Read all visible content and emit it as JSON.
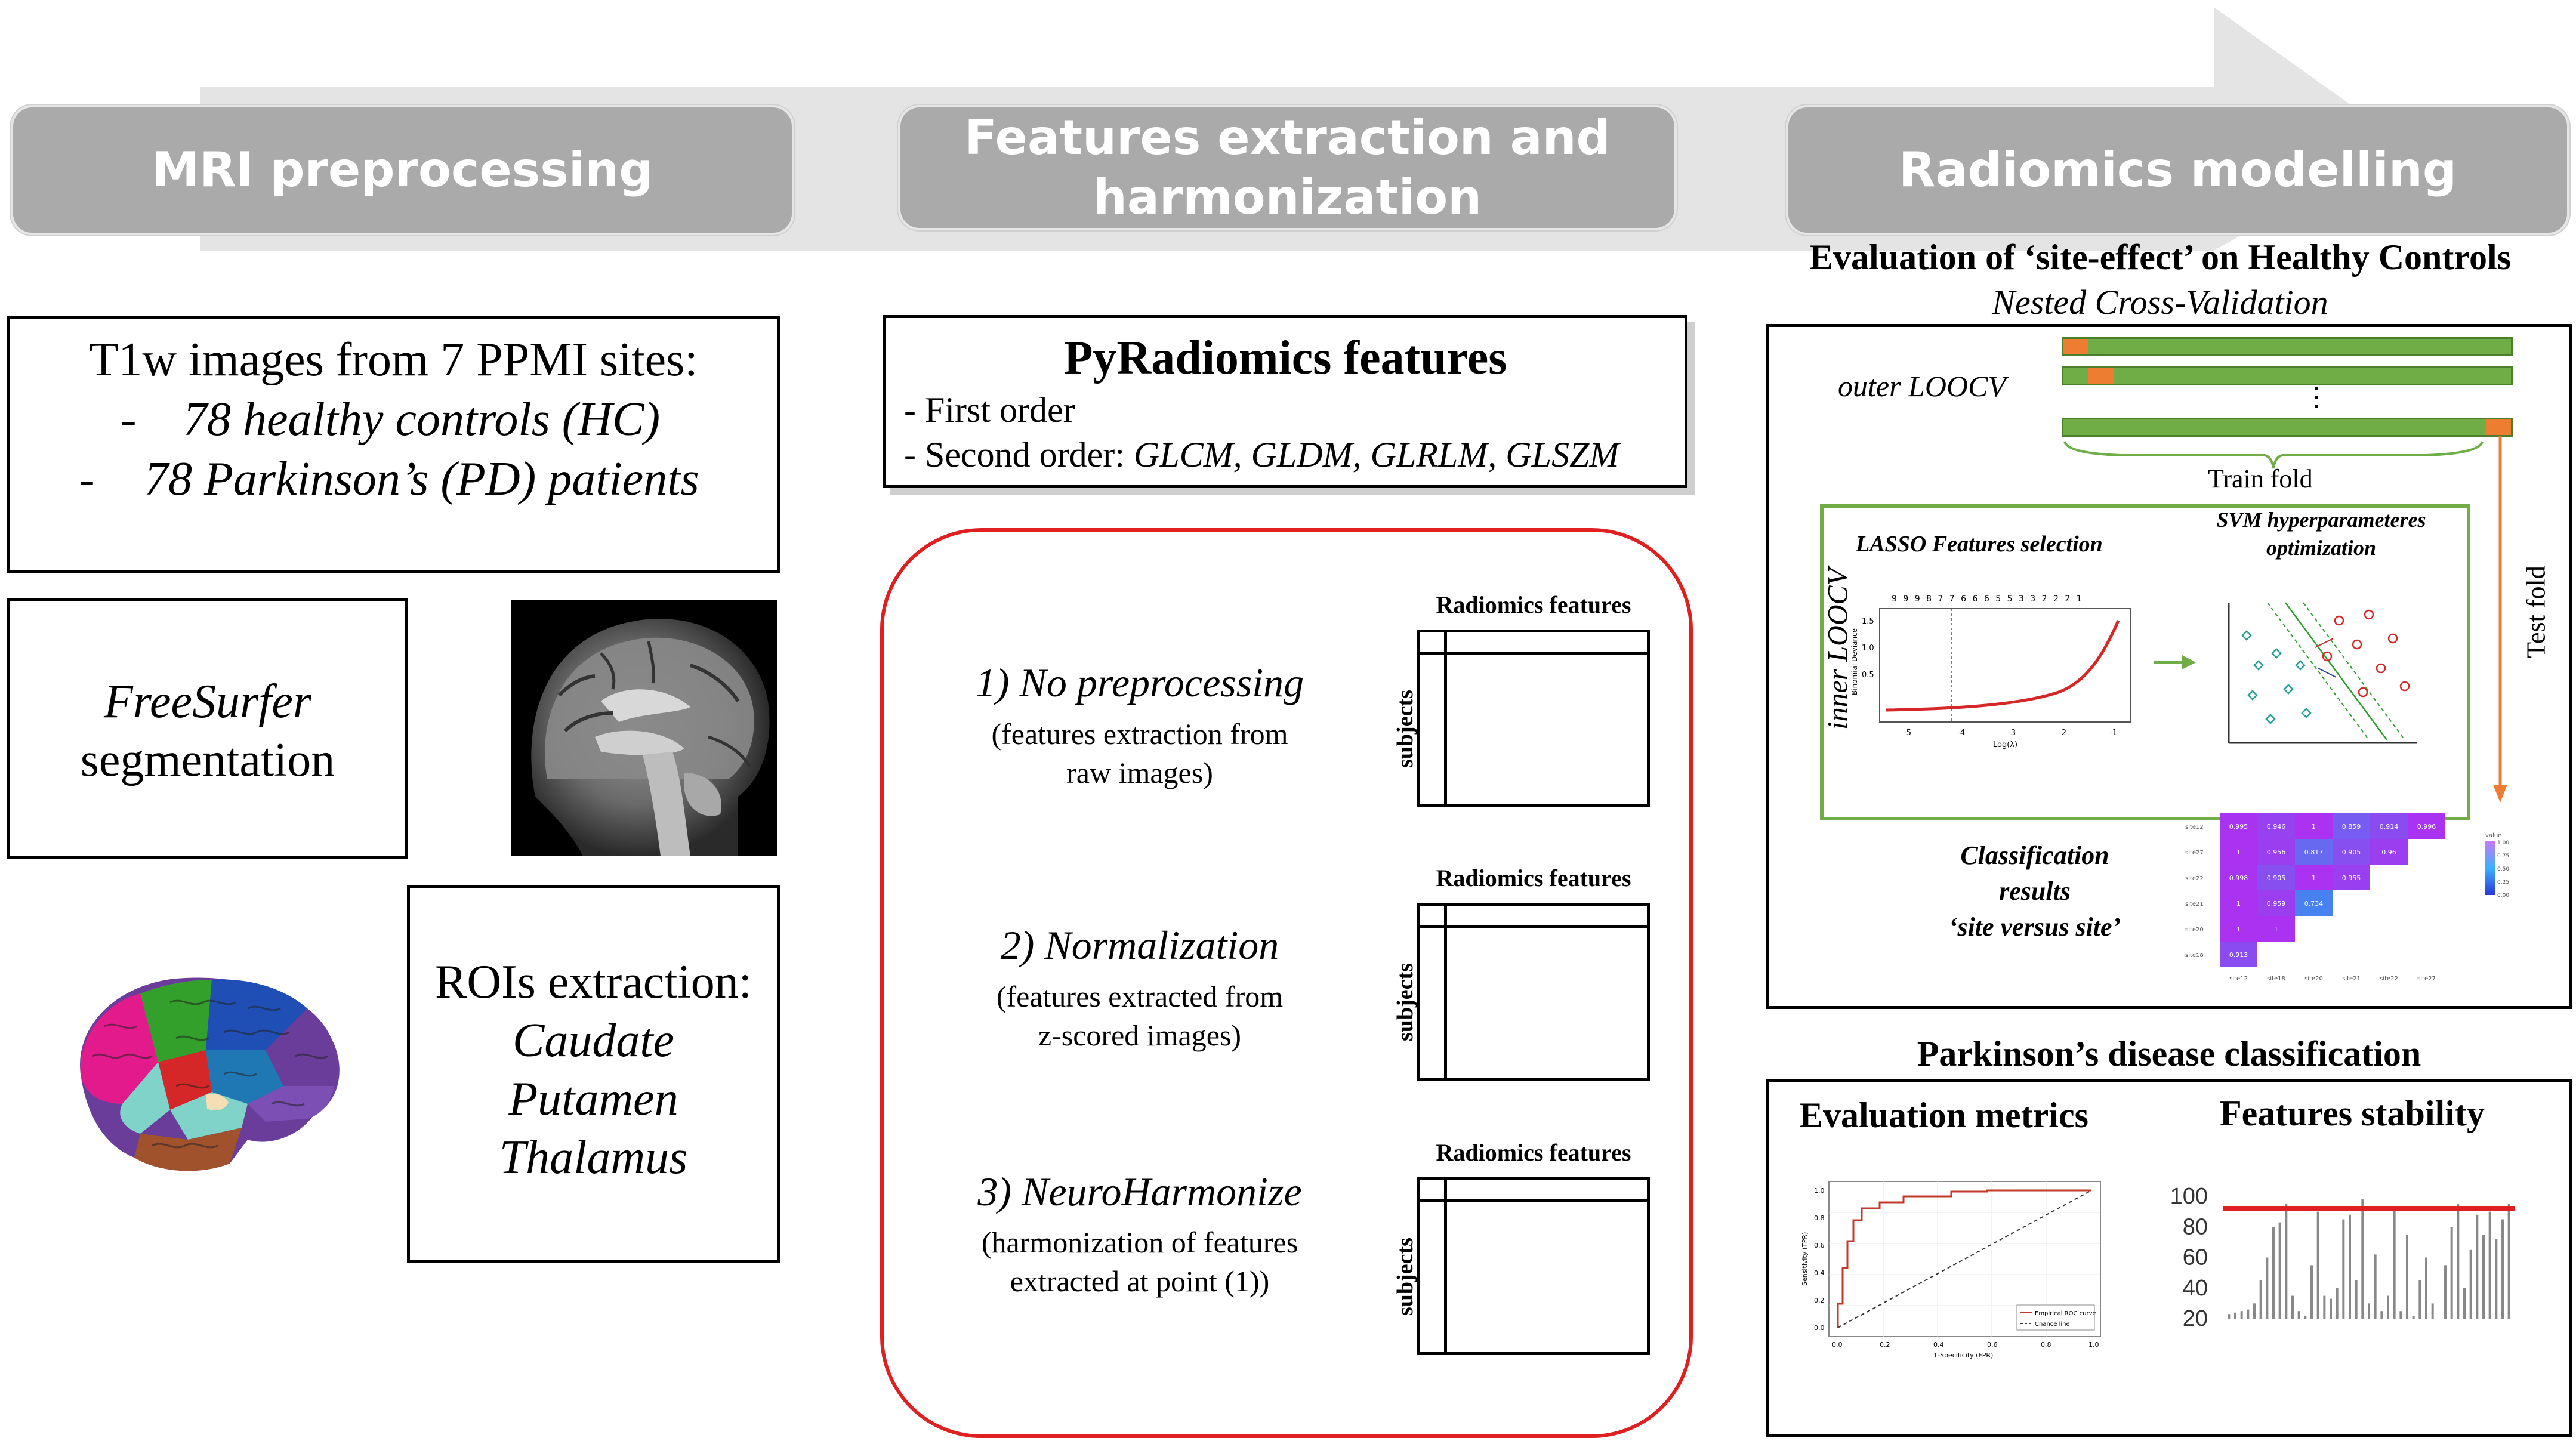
{
  "phases": [
    "MRI preprocessing",
    "Features extraction and harmonization",
    "Radiomics modelling"
  ],
  "left": {
    "t1w_title": "T1w images from 7 PPMI sites:",
    "t1w_items": [
      "78 healthy controls (HC)",
      "78 Parkinson’s (PD) patients"
    ],
    "t1w_bullet": "-",
    "freesurfer_line1": "FreeSurfer",
    "freesurfer_line2": "segmentation",
    "roi_title": "ROIs extraction:",
    "roi_items": [
      "Caudate",
      "Putamen",
      "Thalamus"
    ]
  },
  "middle": {
    "pyrad_title": "PyRadiomics features",
    "pyrad_line1": "- First order",
    "pyrad_line2_prefix": "- Second order: ",
    "pyrad_line2_items": "GLCM, GLDM, GLRLM, GLSZM",
    "steps": [
      {
        "title": "1) No preprocessing",
        "sub1": "(features extraction from",
        "sub2": "raw images)"
      },
      {
        "title": "2) Normalization",
        "sub1": "(features extracted from",
        "sub2": "z-scored images)"
      },
      {
        "title": "3) NeuroHarmonize",
        "sub1": "(harmonization of features",
        "sub2": "extracted at point (1))"
      }
    ],
    "matrix_title": "Radiomics features",
    "matrix_side": "subjects"
  },
  "right": {
    "eval_title": "Evaluation of ‘site-effect’ on Healthy Controls",
    "eval_subtitle": "Nested Cross-Validation",
    "outer": "outer LOOCV",
    "dots": "⋮",
    "train_fold": "Train fold",
    "test_fold": "Test fold",
    "inner": "inner LOOCV",
    "lasso_title": "LASSO Features selection",
    "svm_title": "SVM hyperparameteres optimization",
    "lasso_top_ticks": "9 9 9 8 7 7 6 6 6 5 5 3 3 2 2 2 1",
    "lasso_ylabel": "Binomial Deviance",
    "lasso_yticks": [
      "1.5",
      "1.0",
      "0.5"
    ],
    "lasso_xticks": [
      "-5",
      "-4",
      "-3",
      "-2",
      "-1"
    ],
    "lasso_xlabel": "Log(λ)",
    "class_title_1": "Classification",
    "class_title_2": "results",
    "class_title_3": "‘site versus site’",
    "heatmap_rows": [
      "site12",
      "site27",
      "site22",
      "site21",
      "site20",
      "site18"
    ],
    "heatmap_cols": [
      "site12",
      "site18",
      "site20",
      "site21",
      "site22",
      "site27"
    ],
    "heatmap_values": [
      [
        "0.995",
        "0.946",
        "1",
        "0.859",
        "0.914",
        "0.996"
      ],
      [
        "1",
        "0.956",
        "0.817",
        "0.905",
        "0.96",
        ""
      ],
      [
        "0.998",
        "0.905",
        "1",
        "0.955",
        "",
        ""
      ],
      [
        "1",
        "0.959",
        "0.734",
        "",
        "",
        ""
      ],
      [
        "1",
        "1",
        "",
        "",
        "",
        ""
      ],
      [
        "0.913",
        "",
        "",
        "",
        "",
        ""
      ]
    ],
    "heatmap_legend_title": "value",
    "heatmap_legend_ticks": [
      "1.00",
      "0.75",
      "0.50",
      "0.25",
      "0.00"
    ],
    "pd_title": "Parkinson’s disease classification",
    "metrics_title": "Evaluation metrics",
    "stability_title": "Features stability",
    "roc_legend_1": "Empirical ROC curve",
    "roc_legend_2": "Chance line",
    "roc_xlabel": "1-Specificity (FPR)",
    "roc_ylabel": "Sensitivity (TPR)",
    "roc_ticks": [
      "0.0",
      "0.2",
      "0.4",
      "0.6",
      "0.8",
      "1.0"
    ],
    "stab_yticks": [
      "100",
      "80",
      "60",
      "40",
      "20"
    ],
    "stab_threshold": 92,
    "stab_values": [
      23,
      24,
      25,
      26,
      30,
      45,
      60,
      80,
      83,
      95,
      35,
      25,
      22,
      55,
      90,
      35,
      33,
      40,
      85,
      88,
      45,
      98,
      30,
      62,
      25,
      35,
      92,
      25,
      75,
      22,
      45,
      60,
      30,
      20,
      55,
      80,
      95,
      40,
      65,
      88,
      75,
      90,
      72,
      85,
      95
    ]
  },
  "colors": {
    "phase": "#aaaaaa",
    "green": "#70ad47",
    "orange": "#ed7d31",
    "red": "#e02020"
  }
}
